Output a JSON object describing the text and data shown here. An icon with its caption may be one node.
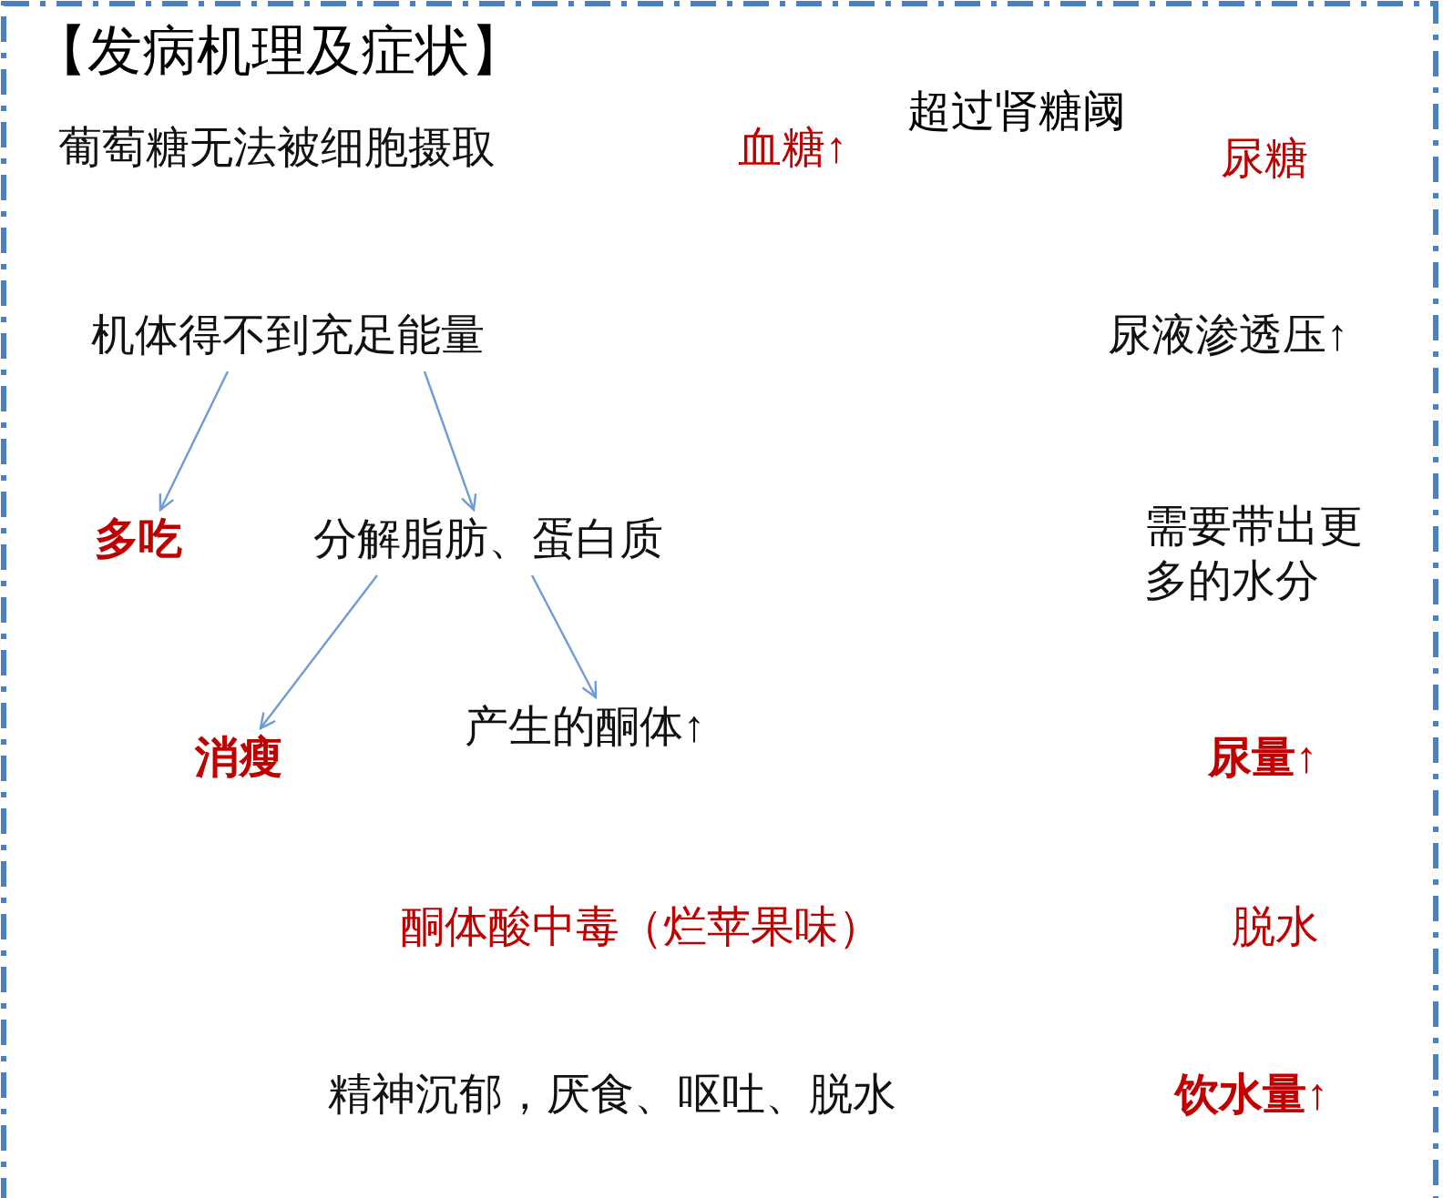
{
  "diagram": {
    "title": "【发病机理及症状】",
    "nodes": [
      {
        "text": [
          "葡萄糖无法被细胞摄取"
        ]
      },
      {
        "text": [
          "血糖↑"
        ]
      },
      {
        "text": [
          "尿糖"
        ]
      },
      {
        "text": [
          "机体得不到充足能量"
        ]
      },
      {
        "text": [
          "尿液渗透压↑"
        ]
      },
      {
        "text": [
          "多吃"
        ]
      },
      {
        "text": [
          "分解脂肪、蛋白质"
        ]
      },
      {
        "text": [
          "需要带出更多的水分"
        ]
      },
      {
        "text": [
          "消瘦"
        ]
      },
      {
        "text": [
          "产生的酮体↑"
        ]
      },
      {
        "text": [
          "尿量↑"
        ]
      },
      {
        "text": [
          "酮体酸中毒（烂苹果味）"
        ]
      },
      {
        "text": [
          "脱水"
        ]
      },
      {
        "text": [
          "精神沉郁，厌食、呕吐、脱水"
        ]
      },
      {
        "text": [
          "饮水量↑"
        ]
      }
    ],
    "edges": [
      {
        "from": 3,
        "to": 5,
        "arrow": "to"
      },
      {
        "from": 3,
        "to": 6,
        "arrow": "to"
      },
      {
        "from": 6,
        "to": 8,
        "arrow": "to"
      },
      {
        "from": 6,
        "to": 9,
        "arrow": "to"
      }
    ],
    "labels": [
      "超过肾糖阈"
    ]
  }
}
